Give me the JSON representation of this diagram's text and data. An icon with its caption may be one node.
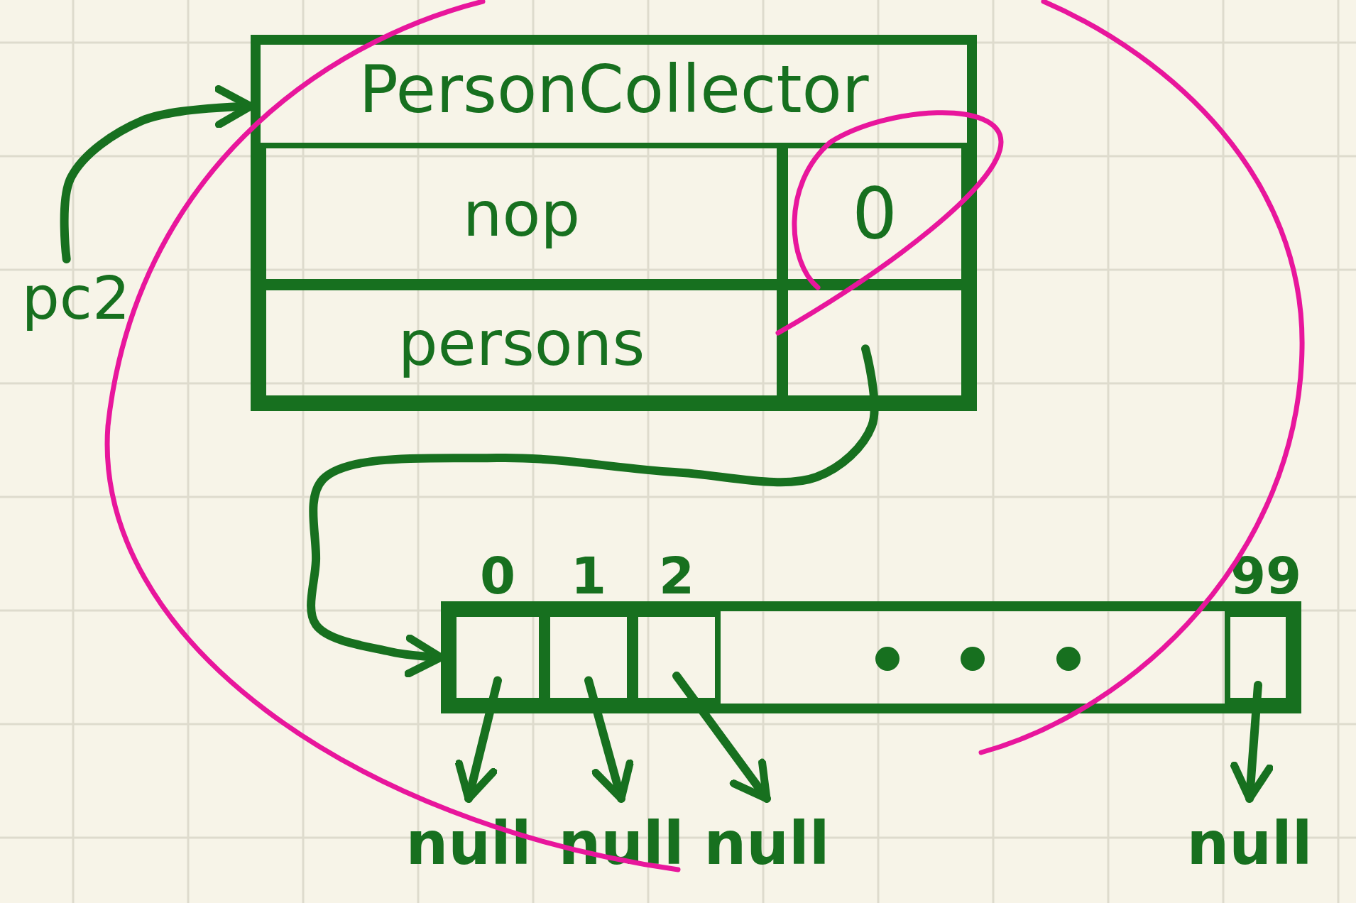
{
  "diagram": {
    "nodes": [
      {
        "text": [
          "PersonCollector"
        ]
      },
      {
        "text": [
          "nop"
        ],
        "in": 0
      },
      {
        "text": [
          "0"
        ],
        "in": 0
      },
      {
        "text": [
          "persons"
        ],
        "in": 0
      },
      {
        "text": [],
        "shape": "box",
        "in": 0
      },
      {
        "text": [
          "pc2"
        ]
      },
      {
        "text": [],
        "shape": "box"
      },
      {
        "text": [],
        "shape": "box",
        "in": 6,
        "beside": [
          "0"
        ]
      },
      {
        "text": [],
        "shape": "box",
        "in": 6,
        "beside": [
          "1"
        ]
      },
      {
        "text": [],
        "shape": "box",
        "in": 6,
        "beside": [
          "2"
        ]
      },
      {
        "text": [],
        "shape": "box",
        "in": 6,
        "beside": [
          "99"
        ]
      },
      {
        "text": [
          "null"
        ]
      },
      {
        "text": [
          "null"
        ]
      },
      {
        "text": [
          "null"
        ]
      },
      {
        "text": [
          "null"
        ]
      }
    ],
    "edges": [
      {
        "from": 5,
        "to": 0,
        "arrow": "to"
      },
      {
        "from": 4,
        "to": 6,
        "arrow": "to"
      },
      {
        "from": 7,
        "to": 11,
        "arrow": "to"
      },
      {
        "from": 8,
        "to": 12,
        "arrow": "to"
      },
      {
        "from": 9,
        "to": 13,
        "arrow": "to"
      },
      {
        "from": 10,
        "to": 14,
        "arrow": "to"
      }
    ]
  }
}
